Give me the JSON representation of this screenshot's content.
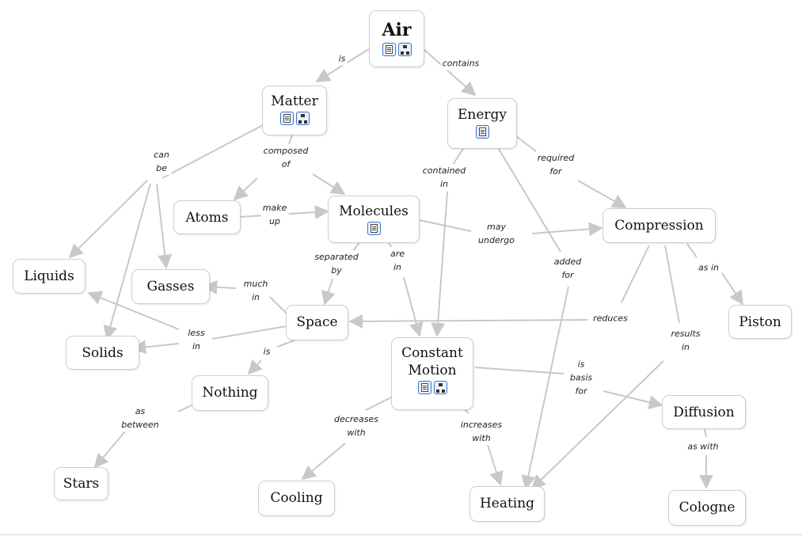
{
  "nodes": {
    "air": "Air",
    "matter": "Matter",
    "energy": "Energy",
    "atoms": "Atoms",
    "molecules": "Molecules",
    "compression": "Compression",
    "liquids": "Liquids",
    "gasses": "Gasses",
    "space": "Space",
    "piston": "Piston",
    "solids": "Solids",
    "constant_motion_line1": "Constant",
    "constant_motion_line2": "Motion",
    "nothing": "Nothing",
    "diffusion": "Diffusion",
    "stars": "Stars",
    "cooling": "Cooling",
    "heating": "Heating",
    "cologne": "Cologne"
  },
  "links": {
    "is_1": "is",
    "contains": "contains",
    "can_be_1": "can",
    "can_be_2": "be",
    "composed_of_1": "composed",
    "composed_of_2": "of",
    "contained_in_1": "contained",
    "contained_in_2": "in",
    "required_for_1": "required",
    "required_for_2": "for",
    "make_up_1": "make",
    "make_up_2": "up",
    "may_undergo_1": "may",
    "may_undergo_2": "undergo",
    "separated_by_1": "separated",
    "separated_by_2": "by",
    "are_in_1": "are",
    "are_in_2": "in",
    "added_for_1": "added",
    "added_for_2": "for",
    "as_in": "as in",
    "much_in_1": "much",
    "much_in_2": "in",
    "reduces": "reduces",
    "less_in_1": "less",
    "less_in_2": "in",
    "is_2": "is",
    "results_in_1": "results",
    "results_in_2": "in",
    "is_basis_for_1": "is",
    "is_basis_for_2": "basis",
    "is_basis_for_3": "for",
    "as_between_1": "as",
    "as_between_2": "between",
    "decreases_with_1": "decreases",
    "decreases_with_2": "with",
    "increases_with_1": "increases",
    "increases_with_2": "with",
    "as_with": "as with"
  },
  "icons": {
    "resource_doc": "document-icon",
    "resource_map": "concept-map-icon"
  },
  "colors": {
    "connector": "#c8c8c8",
    "node_border": "#cfcfcf",
    "icon_border": "#3a72c9"
  }
}
